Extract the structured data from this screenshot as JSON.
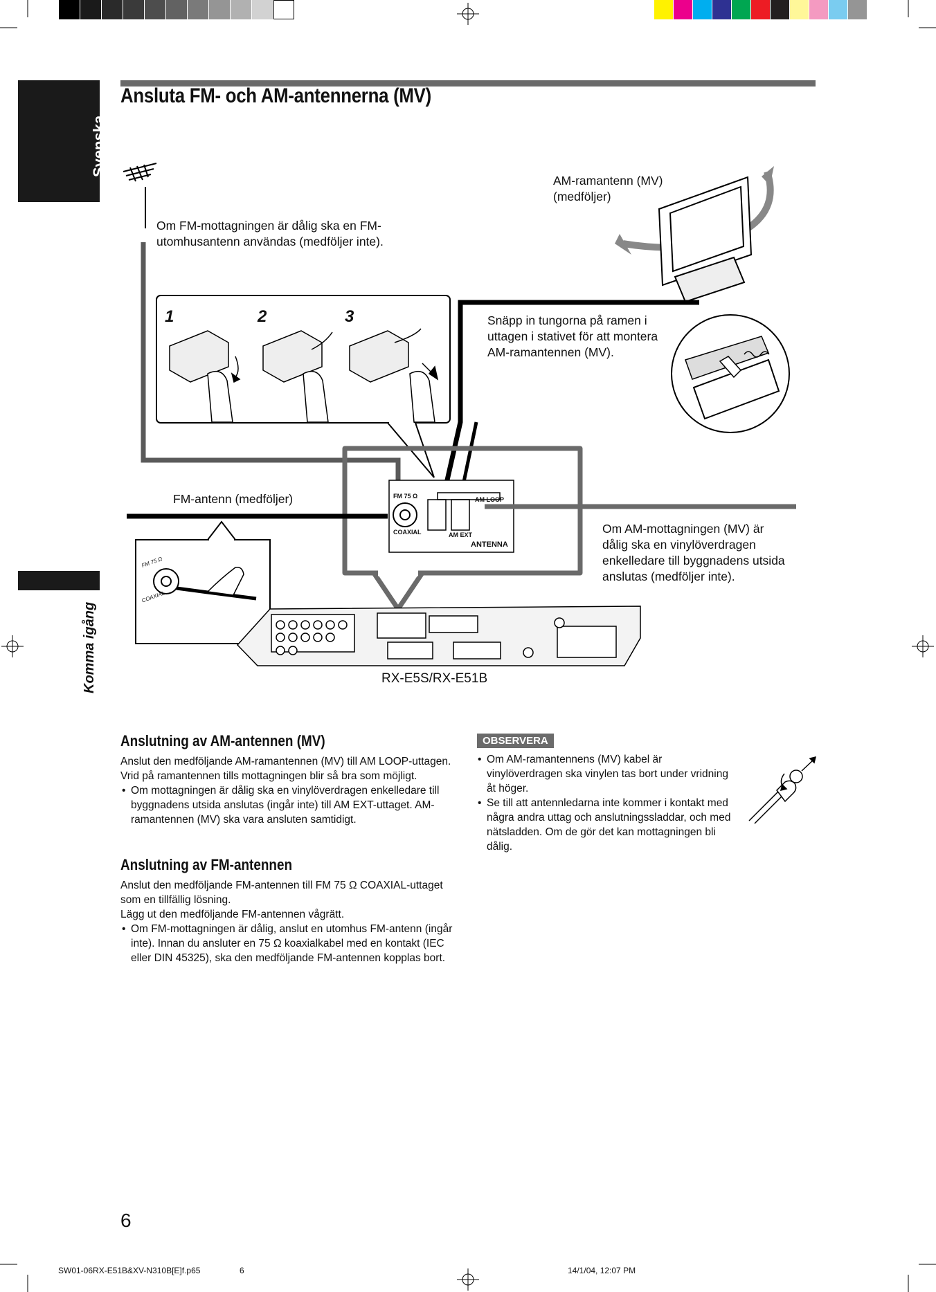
{
  "tabs": {
    "language": "Svenska",
    "section": "Komma igång"
  },
  "title": "Ansluta FM- och AM-antennerna (MV)",
  "diagram": {
    "fm_outdoor_note": "Om FM-mottagningen är dålig ska en FM-utomhusantenn användas (medföljer inte).",
    "am_loop_label": "AM-ramantenn (MV) (medföljer)",
    "snap_note": "Snäpp in tungorna på ramen i uttagen i stativet för att montera AM-ramantennen (MV).",
    "fm_antenna_label": "FM-antenn (medföljer)",
    "am_outdoor_note": "Om AM-mottagningen (MV) är dålig ska en vinylöverdragen enkelledare till byggnadens utsida anslutas (medföljer inte).",
    "steps": [
      "1",
      "2",
      "3"
    ],
    "panel": {
      "fm": "FM 75 Ω",
      "coaxial": "COAXIAL",
      "am_loop": "AM LOOP",
      "am_ext": "AM EXT",
      "antenna": "ANTENNA"
    },
    "inset": {
      "fm": "FM 75 Ω",
      "coaxial": "COAXIAL"
    },
    "model": "RX-E5S/RX-E51B"
  },
  "am_section": {
    "heading": "Anslutning av AM-antennen (MV)",
    "lines": [
      "Anslut den medföljande AM-ramantennen (MV) till AM LOOP-uttagen.",
      "Vrid på ramantennen tills mottagningen blir så bra som möjligt."
    ],
    "bullets": [
      "Om mottagningen är dålig ska en vinylöverdragen enkelledare till byggnadens utsida anslutas (ingår inte) till AM EXT-uttaget. AM-ramantennen (MV) ska vara ansluten samtidigt."
    ]
  },
  "fm_section": {
    "heading": "Anslutning av FM-antennen",
    "lines": [
      "Anslut den medföljande FM-antennen till FM 75 Ω COAXIAL-uttaget som en tillfällig lösning.",
      "Lägg ut den medföljande FM-antennen vågrätt."
    ],
    "bullets": [
      "Om FM-mottagningen är dålig, anslut en utomhus FM-antenn (ingår inte). Innan du ansluter en 75 Ω koaxialkabel med en kontakt (IEC eller DIN 45325), ska den medföljande FM-antennen kopplas bort."
    ]
  },
  "observera": {
    "label": "OBSERVERA",
    "bullets": [
      "Om AM-ramantennens (MV) kabel är vinylöverdragen ska vinylen tas bort under vridning åt höger.",
      "Se till att antennledarna inte kommer i kontakt med några andra uttag och anslutningssladdar, och med nätsladden. Om de gör det kan mottagningen bli dålig."
    ]
  },
  "page_number": "6",
  "footer": {
    "file": "SW01-06RX-E51B&XV-N310B[E]f.p65",
    "page": "6",
    "date": "14/1/04, 12:07 PM"
  },
  "colors": {
    "grays": [
      "#000000",
      "#1a1a1a",
      "#2a2a2a",
      "#3a3a3a",
      "#4d4d4d",
      "#626262",
      "#7a7a7a",
      "#959595",
      "#b1b1b1",
      "#d2d2d2",
      "#ffffff"
    ],
    "colorbar": [
      "#fff200",
      "#ec008c",
      "#00aeef",
      "#2e3192",
      "#00a651",
      "#ed1c24",
      "#231f20",
      "#fff799",
      "#f49ac1",
      "#7accf0",
      "#959595"
    ]
  }
}
